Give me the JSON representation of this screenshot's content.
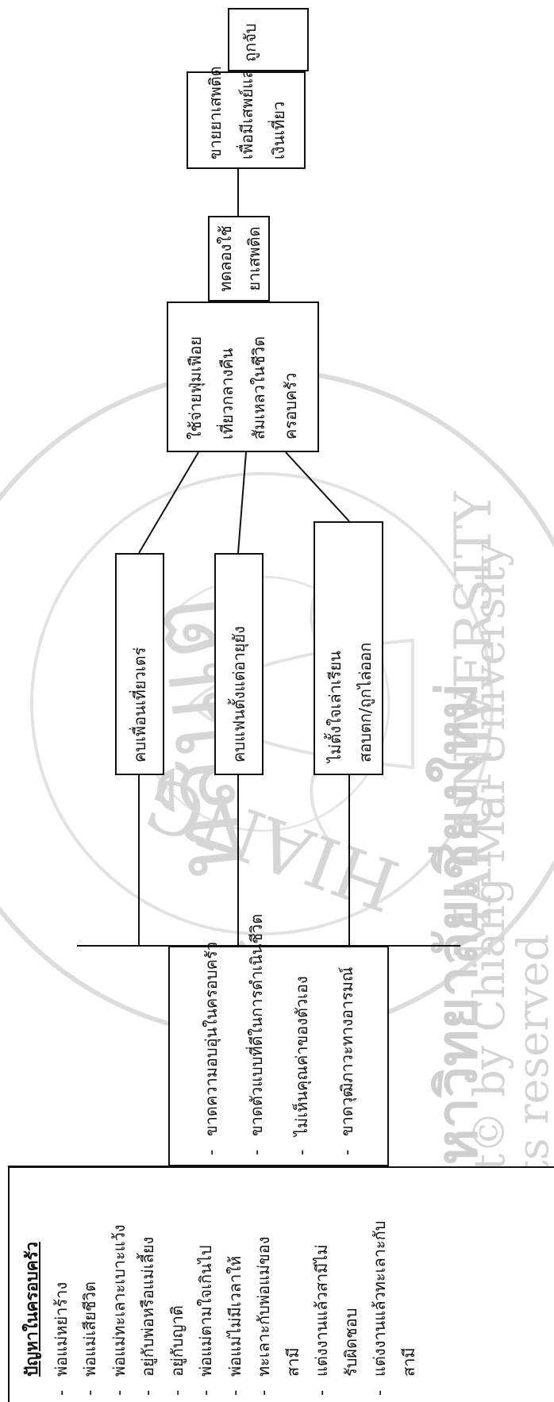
{
  "family_problems": {
    "title": "ปัญหาในครอบครัว",
    "items": [
      "พ่อแม่หย่าร้าง",
      "พ่อแม่เสียชีวิต",
      "พ่อแม่ทะเลาะเบาะแว้ง",
      "อยู่กับพ่อหรือแม่เลี้ยง",
      "อยู่กับญาติ",
      "พ่อแม่ตามใจเกินไป",
      "พ่อแม่ไม่มีเวลาให้",
      "ทะเลาะกับพ่อแม่ของ",
      "แต่งงานแล้วสามีไม่",
      "แต่งงานแล้วทะเลาะกับ"
    ],
    "continuations": [
      "สามี",
      "รับผิดชอบ",
      "สามี"
    ]
  },
  "lack_box": {
    "items": [
      "ขาดความอบอุ่นในครอบครัว",
      "ขาดตัวแบบที่ดีในการดำเนินชีวิต",
      "ไม่เห็นคุณค่าของตัวเอง",
      "ขาดวุฒิภาวะทางอารมณ์"
    ]
  },
  "behaviors": [
    {
      "lines": [
        "คบเพื่อนเที่ยวเตร่"
      ]
    },
    {
      "lines": [
        "คบแฟนตั้งแต่อายุยัง"
      ]
    },
    {
      "lines": [
        "ไม่ตั้งใจเล่าเรียน",
        "สอบตก/ถูกไล่ออก"
      ]
    }
  ],
  "spending": {
    "lines": [
      "ใช้จ่ายฟุ่มเฟือย",
      "เที่ยวกลางคืน",
      "สัมเหลวในชีวิต",
      "ครอบครัว"
    ]
  },
  "trying_drugs": {
    "lines": [
      "ทดลองใช้",
      "ยาเสพติด"
    ]
  },
  "selling_drugs": {
    "lines": [
      "ขายยาเสพติด",
      "เพื่อมีเสพย์และมี",
      "เงินเที่ยว"
    ]
  },
  "arrested": {
    "lines": [
      "ถูกจับ"
    ]
  },
  "watermark": {
    "arc_top": "ทสินเต",
    "arc_top_left": "ศูนย์",
    "arc_top_right": "ปล",
    "arc_left": "HIANG",
    "arc_bottom": "MAI UNIVERSITY",
    "band_thai": "ลิขสิทธิ์มหาวิทยาลัยเชียงใหม่",
    "band_copyright": "Copyright© by Chiang Mai University",
    "band_rights": "All rights reserved"
  }
}
